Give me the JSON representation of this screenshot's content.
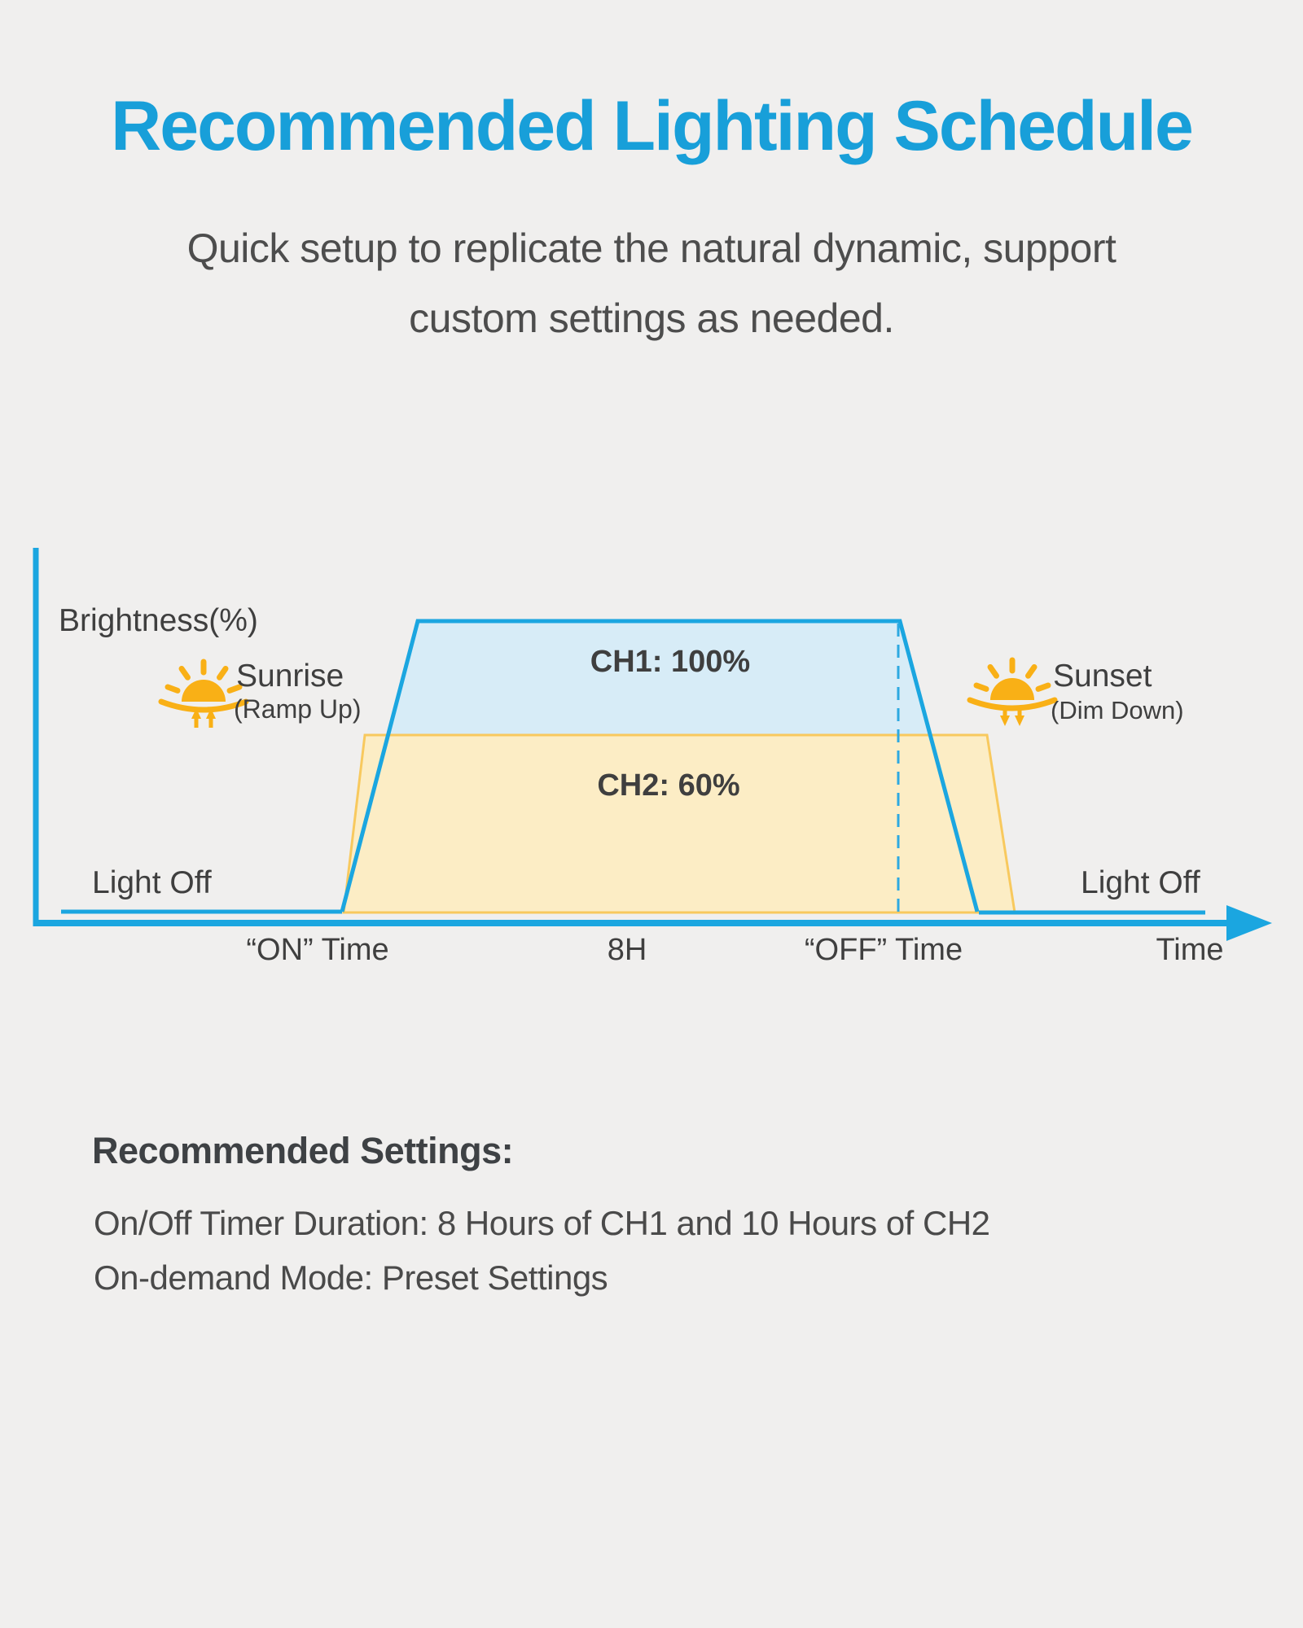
{
  "colors": {
    "background": "#f0efee",
    "title_blue": "#189fd9",
    "line_blue": "#1ba6e0",
    "ch1_fill": "#d7ecf7",
    "ch2_fill": "#fcedc5",
    "ch2_border": "#f8c95e",
    "sun_orange": "#f9b016",
    "text_dark": "#3f3f3f"
  },
  "header": {
    "title": "Recommended Lighting Schedule",
    "subtitle_line1": "Quick setup to replicate the natural dynamic, support",
    "subtitle_line2": "custom settings as needed."
  },
  "chart": {
    "y_axis_label": "Brightness(%)",
    "sunrise_label": "Sunrise",
    "sunrise_sublabel": "(Ramp Up)",
    "sunset_label": "Sunset",
    "sunset_sublabel": "(Dim Down)",
    "ch1_label": "CH1: 100%",
    "ch2_label": "CH2: 60%",
    "light_off_left": "Light Off",
    "light_off_right": "Light Off",
    "tick_on": "“ON” Time",
    "tick_8h": "8H",
    "tick_off": "“OFF” Time",
    "tick_time": "Time"
  },
  "chart_data": {
    "type": "area",
    "title": "Recommended Lighting Schedule",
    "xlabel": "Time",
    "ylabel": "Brightness(%)",
    "x_ticks": [
      "“ON” Time",
      "8H",
      "“OFF” Time"
    ],
    "grid": false,
    "legend_position": "none",
    "series": [
      {
        "name": "CH1",
        "peak_brightness_pct": 100,
        "on_duration_hours": 8,
        "shape": "trapezoid",
        "values_pct_over_time": [
          0,
          100,
          100,
          0
        ],
        "phase_labels": [
          "Light Off",
          "Sunrise (Ramp Up)",
          "CH1: 100%",
          "Sunset (Dim Down)",
          "Light Off"
        ]
      },
      {
        "name": "CH2",
        "peak_brightness_pct": 60,
        "on_duration_hours": 10,
        "shape": "trapezoid",
        "values_pct_over_time": [
          0,
          60,
          60,
          0
        ],
        "phase_labels": [
          "Light Off",
          "Sunrise (Ramp Up)",
          "CH2: 60%",
          "Sunset (Dim Down)",
          "Light Off"
        ]
      }
    ],
    "annotations": [
      "Sunrise (Ramp Up)",
      "Sunset (Dim Down)",
      "Light Off (left)",
      "Light Off (right)",
      "dashed marker at “OFF” Time"
    ]
  },
  "settings": {
    "heading": "Recommended Settings:",
    "line1": "On/Off Timer Duration: 8 Hours of CH1 and 10 Hours of CH2",
    "line2": "On-demand Mode: Preset Settings"
  }
}
